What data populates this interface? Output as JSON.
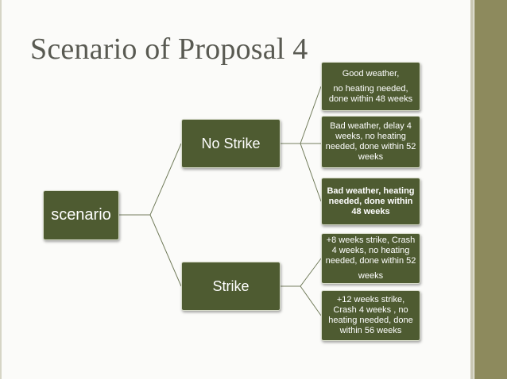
{
  "slide": {
    "title": "Scenario of Proposal 4"
  },
  "tree": {
    "root": "scenario",
    "branches": [
      {
        "label": "No Strike",
        "outcomes": [
          {
            "lines": [
              "Good weather,",
              "no heating needed, done within 48 weeks"
            ],
            "bold": false
          },
          {
            "lines": [
              "Bad weather, delay 4 weeks, no heating needed, done within 52 weeks"
            ],
            "bold": false
          },
          {
            "lines": [
              "Bad weather, heating needed, done within 48 weeks"
            ],
            "bold": true
          }
        ]
      },
      {
        "label": "Strike",
        "outcomes": [
          {
            "lines": [
              "+8 weeks strike, Crash 4 weeks, no heating needed, done within 52",
              "weeks"
            ],
            "bold": false
          },
          {
            "lines": [
              "+12 weeks strike, Crash 4 weeks , no heating needed, done within 56 weeks"
            ],
            "bold": false
          }
        ]
      }
    ]
  },
  "colors": {
    "node_fill": "#4e5b31",
    "node_text": "#ffffff",
    "title_text": "#595a52",
    "accent_bar": "#8d8a5d",
    "connector": "#ffffff"
  }
}
